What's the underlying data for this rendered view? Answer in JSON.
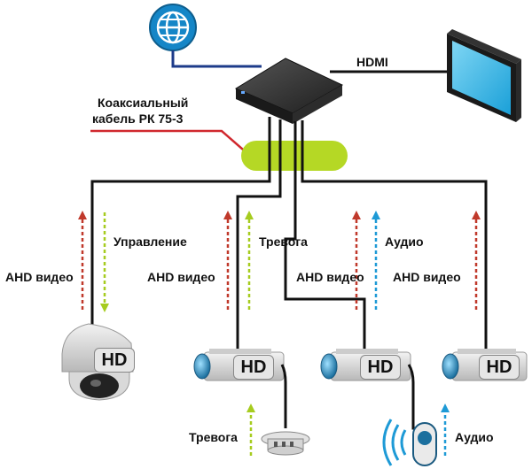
{
  "labels": {
    "hdmi": "HDMI",
    "coax_line1": "Коаксиальный",
    "coax_line2": "кабель РК 75-3",
    "control": "Управление",
    "alarm": "Тревога",
    "audio": "Аудио",
    "ahd_video": "AHD видео",
    "hd": "HD"
  },
  "colors": {
    "video_arrow": "#c0392b",
    "control_arrow": "#a6cc1f",
    "audio_arrow": "#1e9ad6",
    "balun": "#b5d825",
    "cable": "#111111",
    "coax_pointer": "#d0282e"
  },
  "icons": {
    "network": "globe-icon",
    "recorder": "dvr-icon",
    "display": "monitor-icon",
    "ptz_camera": "dome-camera-icon",
    "camera": "box-camera-icon",
    "alarm_sensor": "smoke-detector-icon",
    "microphone": "microphone-icon"
  }
}
